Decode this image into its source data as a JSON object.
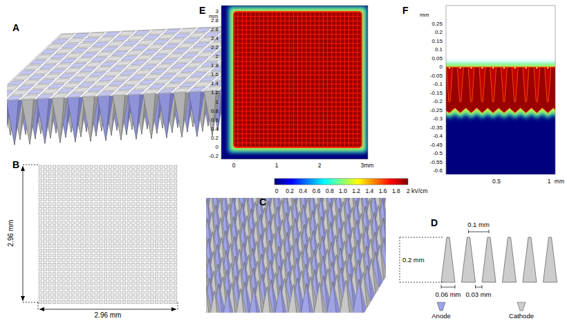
{
  "diagram": {
    "labels": [
      "A",
      "B",
      "C",
      "D",
      "E",
      "F",
      "2.96 mm",
      "2.96 mm",
      "mm",
      "3",
      "2.8",
      "2.6",
      "2.4",
      "2.2",
      "2",
      "1.8",
      "1.6",
      "1.4",
      "1.2",
      "1",
      "0.8",
      "0.6",
      "0.4",
      "0.2",
      "0",
      "-0.2",
      "0",
      "1",
      "2",
      "3mm",
      "0",
      "0.2",
      "0.4",
      "0.6",
      "0.8",
      "1.0",
      "1.2",
      "1.4",
      "1.6",
      "1.8",
      "2 kV/cm",
      "mm",
      "0.25",
      "0.2",
      "0.15",
      "0.1",
      "0.05",
      "0",
      "-0.05",
      "-0.1",
      "-0.15",
      "-0.2",
      "-0.25",
      "-0.3",
      "-0.35",
      "-0.4",
      "-0.45",
      "-0.5",
      "-0.55",
      "-0.6",
      "0.5",
      "1",
      "mm",
      "0.1 mm",
      "0.2 mm",
      "0.06 mm",
      "0.03 mm"
    ],
    "legend": [
      {
        "text": "Anode"
      },
      {
        "text": "Cathode"
      }
    ]
  }
}
